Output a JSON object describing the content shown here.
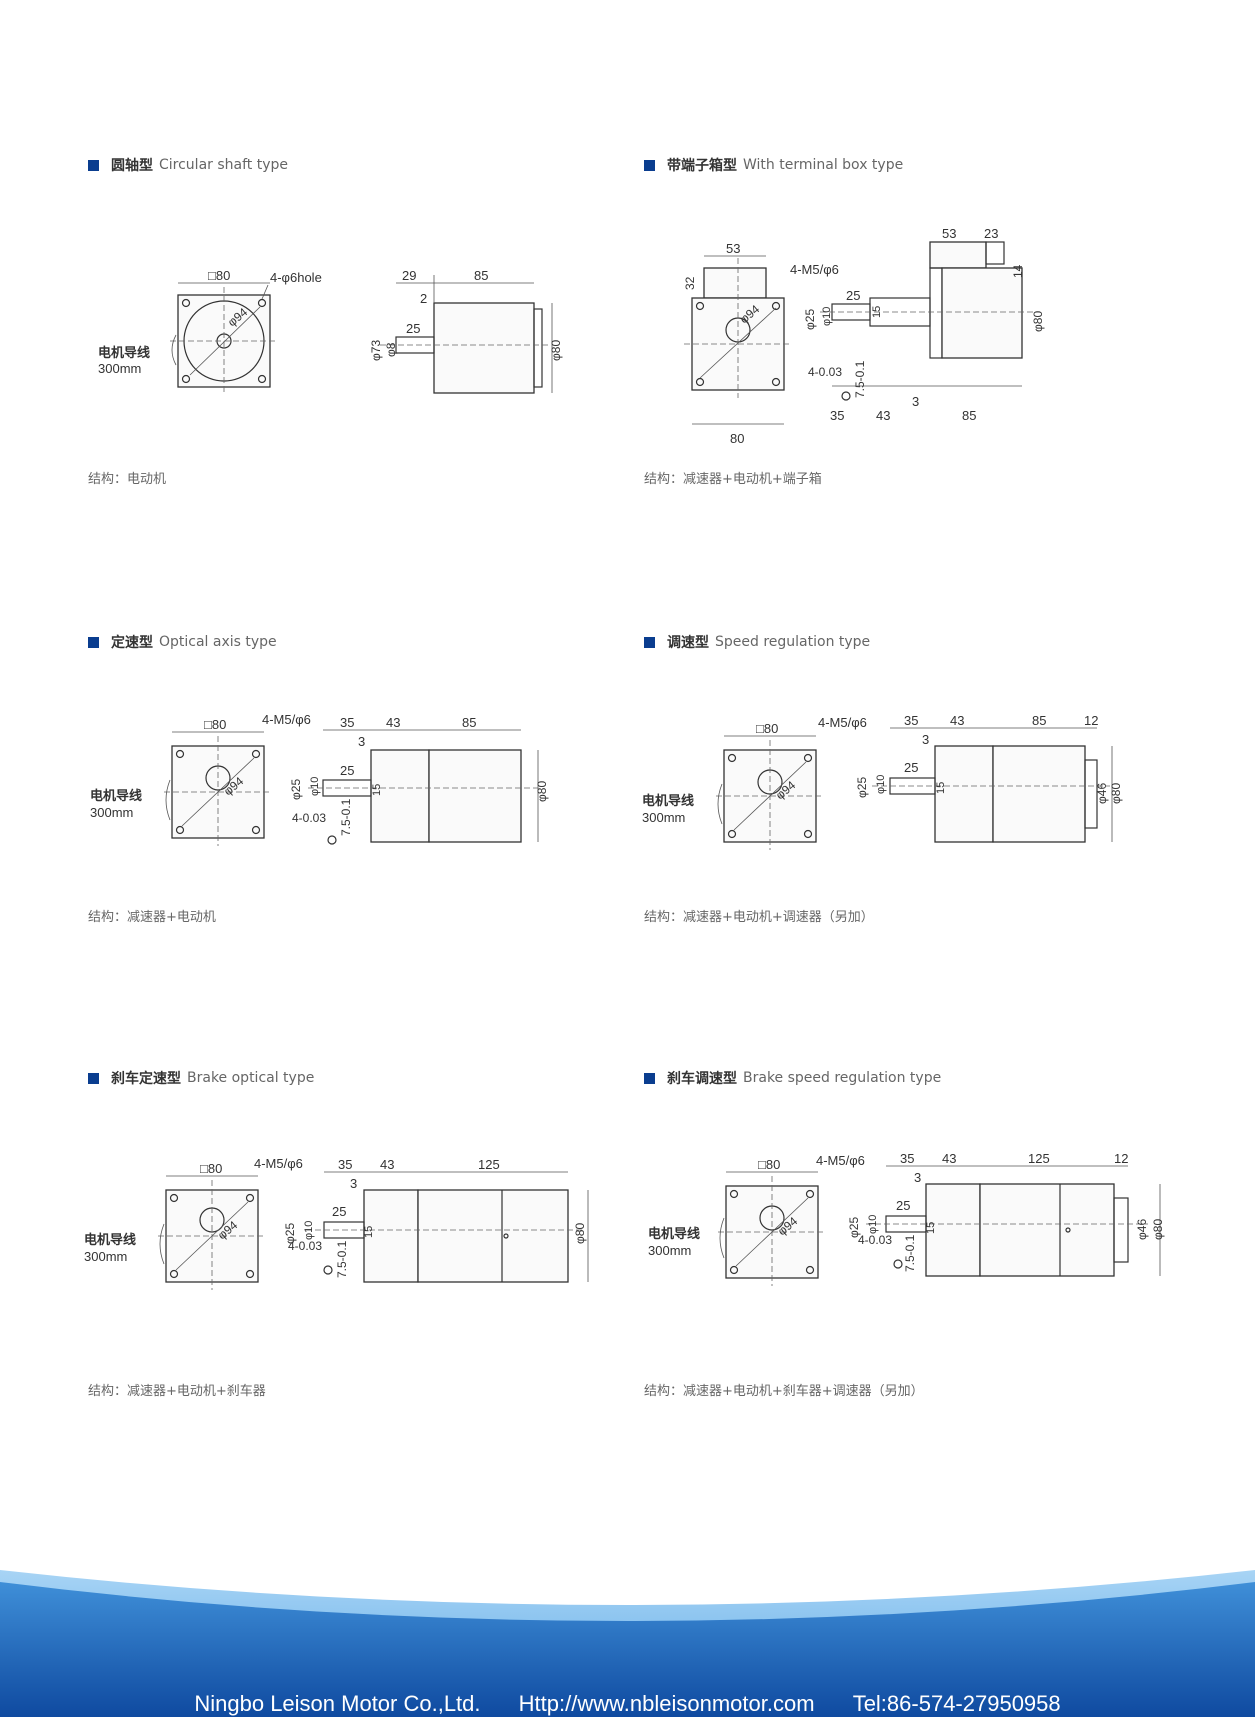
{
  "sections": [
    {
      "title_cn": "圆轴型",
      "title_en": "Circular shaft type",
      "caption": "结构：电动机",
      "front": {
        "square": "□80",
        "holes": "4-φ6hole",
        "dia": "φ94",
        "lead1": "电机导线",
        "lead2": "300mm"
      },
      "side": {
        "d1": "29",
        "d2": "85",
        "d3": "2",
        "d4": "25",
        "shaft": "φ73",
        "shaft2": "φ8",
        "height": "φ80"
      }
    },
    {
      "title_cn": "带端子箱型",
      "title_en": "With terminal box type",
      "caption": "结构：减速器+电动机+端子箱",
      "front": {
        "top": "53",
        "box": "32",
        "holes": "4-M5/φ6",
        "dia": "φ94",
        "bottom": "80",
        "tol": "4-0.03",
        "key": "7.5-0.1"
      },
      "side": {
        "t1": "53",
        "t2": "23",
        "t3": "14",
        "d25": "25",
        "shaft": "φ25",
        "shaft2": "φ10",
        "k": "15",
        "h": "φ80",
        "b3": "3",
        "b1": "35",
        "b2": "43",
        "b4": "85"
      }
    },
    {
      "title_cn": "定速型",
      "title_en": "Optical axis type",
      "caption": "结构：减速器+电动机",
      "front": {
        "square": "□80",
        "holes": "4-M5/φ6",
        "dia": "φ94",
        "lead1": "电机导线",
        "lead2": "300mm"
      },
      "side": {
        "d1": "35",
        "d2": "43",
        "d3": "85",
        "d4": "3",
        "d5": "25",
        "shaft": "φ25",
        "shaft2": "φ10",
        "k": "15",
        "tol": "4-0.03",
        "key": "7.5-0.1",
        "h": "φ80"
      }
    },
    {
      "title_cn": "调速型",
      "title_en": "Speed regulation type",
      "caption": "结构：减速器+电动机+调速器（另加）",
      "front": {
        "square": "□80",
        "holes": "4-M5/φ6",
        "dia": "φ94",
        "lead1": "电机导线",
        "lead2": "300mm"
      },
      "side": {
        "d1": "35",
        "d2": "43",
        "d3": "85",
        "d6": "12",
        "d4": "3",
        "d5": "25",
        "shaft": "φ25",
        "shaft2": "φ10",
        "k": "15",
        "h1": "φ46",
        "h2": "φ80"
      }
    },
    {
      "title_cn": "刹车定速型",
      "title_en": "Brake optical type",
      "caption": "结构：减速器+电动机+刹车器",
      "front": {
        "square": "□80",
        "holes": "4-M5/φ6",
        "dia": "φ94",
        "lead1": "电机导线",
        "lead2": "300mm"
      },
      "side": {
        "d1": "35",
        "d2": "43",
        "d3": "125",
        "d4": "3",
        "d5": "25",
        "shaft": "φ25",
        "shaft2": "φ10",
        "k": "15",
        "tol": "4-0.03",
        "key": "7.5-0.1",
        "h": "φ80"
      }
    },
    {
      "title_cn": "刹车调速型",
      "title_en": "Brake speed regulation type",
      "caption": "结构：减速器+电动机+刹车器+调速器（另加）",
      "front": {
        "square": "□80",
        "holes": "4-M5/φ6",
        "dia": "φ94",
        "lead1": "电机导线",
        "lead2": "300mm"
      },
      "side": {
        "d1": "35",
        "d2": "43",
        "d3": "125",
        "d6": "12",
        "d4": "3",
        "d5": "25",
        "shaft": "φ25",
        "shaft2": "φ10",
        "k": "15",
        "tol": "4-0.03",
        "key": "7.5-0.1",
        "h1": "φ46",
        "h2": "φ80"
      }
    }
  ],
  "footer": {
    "company": "Ningbo Leison Motor Co.,Ltd.",
    "website": "Http://www.nbleisonmotor.com",
    "tel": "Tel:86-574-27950958"
  },
  "colors": {
    "accent": "#0a3d8f",
    "footer_blue": "#1a5fb8",
    "footer_light": "#5aa8e6"
  }
}
